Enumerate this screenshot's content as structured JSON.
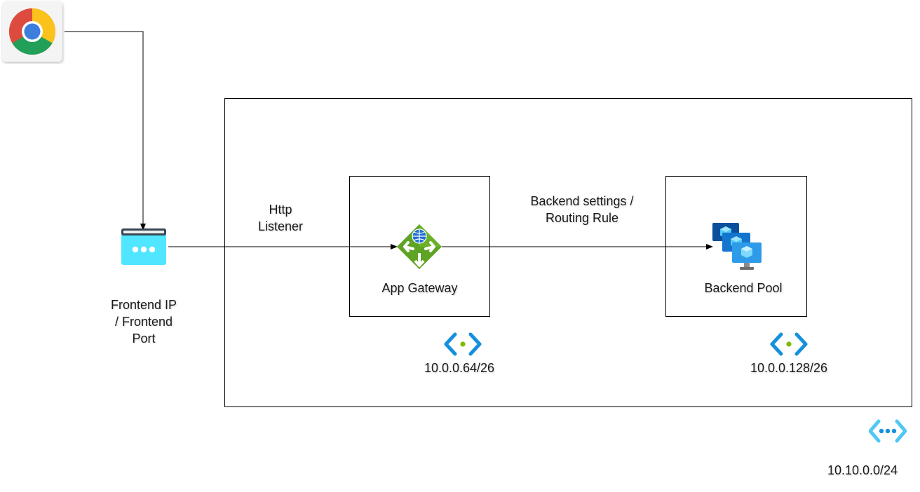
{
  "nodes": {
    "browser": {
      "icon": "chrome-browser-icon"
    },
    "frontend": {
      "icon": "frontend-ip-icon",
      "label_lines": [
        "Frontend IP",
        "/ Frontend",
        "Port"
      ]
    },
    "app_gateway": {
      "icon": "app-gateway-icon",
      "label": "App Gateway"
    },
    "backend_pool": {
      "icon": "virtual-machines-icon",
      "label": "Backend Pool"
    }
  },
  "edges": {
    "listener": {
      "label_lines": [
        "Http",
        "Listener"
      ]
    },
    "routing": {
      "label_lines": [
        "Backend settings /",
        "Routing Rule"
      ]
    }
  },
  "subnets": {
    "gateway_subnet": {
      "icon": "subnet-icon",
      "cidr": "10.0.0.64/26"
    },
    "backend_subnet": {
      "icon": "subnet-icon",
      "cidr": "10.0.0.128/26"
    }
  },
  "vnet": {
    "icon": "virtual-network-icon",
    "cidr": "10.10.0.0/24"
  },
  "colors": {
    "azure_blue": "#1490df",
    "gateway_green": "#5ea323",
    "frontend_cyan": "#50e6ff",
    "line": "#000000"
  }
}
